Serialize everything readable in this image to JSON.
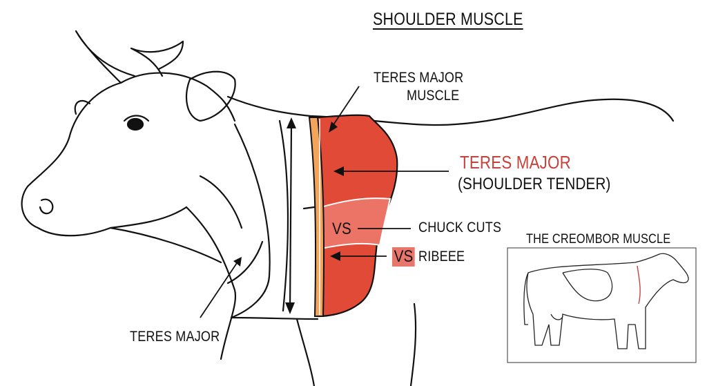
{
  "title": "SHOULDER MUSCLE",
  "labels": {
    "teres_major_muscle_line1": "TERES MAJOR",
    "teres_major_muscle_line2": "MUSCLE",
    "teres_major_highlight": "TERES MAJOR",
    "shoulder_tender": "(SHOULDER TENDER)",
    "vs_inner": "VS",
    "chuck_cuts": "CHUCK CUTS",
    "vs_box": "VS",
    "ribeee": "RIBEEE",
    "teres_major_bottom": "TERES MAJOR"
  },
  "inset": {
    "title": "THE CREOMBOR MUSCLE"
  },
  "colors": {
    "muscle": "#e24a38",
    "highlight_text": "#c8403a",
    "fat_band": "#f2a55a",
    "chuck_band": "#ec7466"
  }
}
